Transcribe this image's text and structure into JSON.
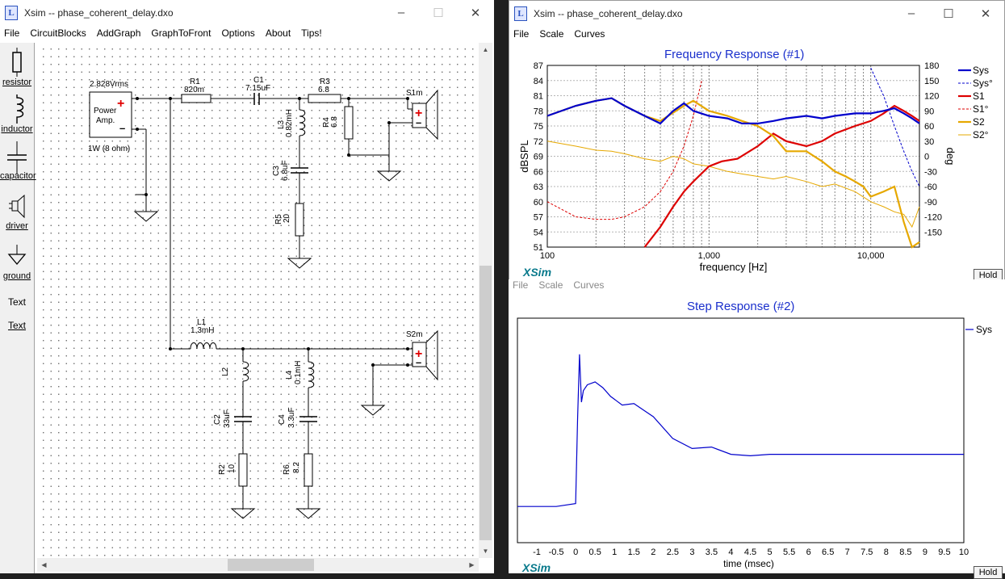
{
  "left_window": {
    "title": "Xsim -- phase_coherent_delay.dxo",
    "menu": [
      "File",
      "CircuitBlocks",
      "AddGraph",
      "GraphToFront",
      "Options",
      "About",
      "Tips!"
    ],
    "tools": [
      {
        "label": "resistor",
        "icon": "resistor-icon"
      },
      {
        "label": "inductor",
        "icon": "inductor-icon"
      },
      {
        "label": "capacitor",
        "icon": "capacitor-icon"
      },
      {
        "label": "driver",
        "icon": "driver-icon"
      },
      {
        "label": "ground",
        "icon": "ground-icon"
      },
      {
        "label": "Text",
        "icon": "text-tool"
      },
      {
        "label": "Text",
        "icon": "text-tool-underlined"
      }
    ],
    "schematic": {
      "amp": {
        "voltage": "2.828Vrms",
        "name_line1": "Power",
        "name_line2": "Amp.",
        "load": "1W (8 ohm)"
      },
      "R1": {
        "name": "R1",
        "value": "820m"
      },
      "C1": {
        "name": "C1",
        "value": "7.15uF"
      },
      "R3": {
        "name": "R3",
        "value": "6.8"
      },
      "L3": {
        "name": "L3",
        "value": "0.82mH"
      },
      "R4": {
        "name": "R4",
        "value": "6.8"
      },
      "C3": {
        "name": "C3",
        "value": "6.8uF"
      },
      "R5": {
        "name": "R5",
        "value": "20"
      },
      "S1": {
        "name": "S1m"
      },
      "L1": {
        "name": "L1",
        "value": "1.3mH"
      },
      "S2": {
        "name": "S2m"
      },
      "L2": {
        "name": "L2"
      },
      "L4": {
        "name": "L4",
        "value": "0.1mH"
      },
      "C2": {
        "name": "C2",
        "value": "33uF"
      },
      "C4": {
        "name": "C4",
        "value": "3.3uF"
      },
      "R2": {
        "name": "R2",
        "value": "10"
      },
      "R6": {
        "name": "R6",
        "value": "8.2"
      }
    }
  },
  "freq_window": {
    "title": "Xsim -- phase_coherent_delay.dxo",
    "menu": [
      "File",
      "Scale",
      "Curves"
    ],
    "graph_title": "Frequency Response (#1)",
    "logo": "XSim",
    "hold": "Hold",
    "colors": {
      "sys": "#0000cc",
      "s1": "#dd0000",
      "s2": "#e6a800",
      "title": "#1a2fcc"
    }
  },
  "step_window": {
    "menu": [
      "File",
      "Scale",
      "Curves"
    ],
    "graph_title": "Step Response (#2)",
    "logo": "XSim",
    "hold": "Hold"
  },
  "chart_data": [
    {
      "type": "line",
      "title": "Frequency Response (#1)",
      "xlabel": "frequency [Hz]",
      "ylabel": "dBSPL",
      "y2label": "deg",
      "xscale": "log",
      "xlim": [
        100,
        20000
      ],
      "ylim": [
        51,
        87
      ],
      "y2lim": [
        -180,
        180
      ],
      "x_tick_labels": [
        "100",
        "1,000",
        "10,000"
      ],
      "y_tick_labels": [
        "87",
        "84",
        "81",
        "78",
        "75",
        "72",
        "69",
        "66",
        "63",
        "60",
        "57",
        "54",
        "51"
      ],
      "y2_tick_labels": [
        "180",
        "150",
        "120",
        "90",
        "60",
        "30",
        "0",
        "-30",
        "-60",
        "-90",
        "-120",
        "-150"
      ],
      "legend_position": "right",
      "series": [
        {
          "name": "Sys",
          "style": "solid",
          "axis": "left",
          "x": [
            100,
            150,
            200,
            250,
            300,
            400,
            500,
            600,
            700,
            800,
            1000,
            1300,
            1600,
            2000,
            2500,
            3000,
            4000,
            5000,
            6000,
            8000,
            10000,
            12000,
            14000,
            16000,
            18000,
            20000
          ],
          "y": [
            77,
            79,
            80,
            80.5,
            79,
            77,
            75.5,
            78,
            79.5,
            78,
            77,
            76.5,
            75.5,
            75.5,
            76,
            76.5,
            77,
            76.5,
            77,
            77.5,
            77.5,
            78,
            78.5,
            77.5,
            76.5,
            75.5
          ]
        },
        {
          "name": "Sys°",
          "style": "dashed",
          "axis": "right",
          "x": [
            10000,
            12000,
            14000,
            16000,
            18000,
            20000
          ],
          "y": [
            175,
            120,
            60,
            10,
            -30,
            -60
          ]
        },
        {
          "name": "S1",
          "style": "solid",
          "axis": "left",
          "x": [
            400,
            500,
            600,
            700,
            800,
            1000,
            1200,
            1500,
            2000,
            2500,
            3000,
            4000,
            5000,
            6000,
            8000,
            10000,
            12000,
            14000,
            16000,
            18000,
            20000
          ],
          "y": [
            51,
            55,
            59,
            62,
            64,
            67,
            68,
            68.5,
            71,
            73.5,
            72,
            71,
            72,
            73.5,
            75,
            76,
            77.5,
            79,
            78,
            77,
            76
          ]
        },
        {
          "name": "S1°",
          "style": "dashed",
          "axis": "right",
          "x": [
            100,
            150,
            200,
            250,
            300,
            400,
            500,
            600,
            700,
            800,
            900
          ],
          "y": [
            -90,
            -120,
            -125,
            -125,
            -120,
            -100,
            -70,
            -30,
            20,
            80,
            150
          ]
        },
        {
          "name": "S2",
          "style": "solid",
          "axis": "left",
          "x": [
            100,
            150,
            200,
            250,
            300,
            400,
            500,
            700,
            800,
            1000,
            1300,
            1600,
            2000,
            2500,
            3000,
            4000,
            5000,
            6000,
            7000,
            8000,
            9000,
            10000,
            12000,
            14000,
            16000,
            18000,
            20000
          ],
          "y": [
            77,
            79,
            80,
            80.5,
            79,
            77,
            76,
            79,
            80,
            78,
            77,
            76,
            75,
            73,
            70,
            70,
            68,
            66,
            65,
            64,
            63,
            61,
            62,
            63,
            56,
            51,
            52
          ]
        },
        {
          "name": "S2°",
          "style": "thin",
          "axis": "right",
          "x": [
            100,
            150,
            200,
            250,
            300,
            400,
            500,
            600,
            700,
            800,
            1000,
            1300,
            1600,
            2000,
            2500,
            3000,
            4000,
            5000,
            6000,
            8000,
            10000,
            12000,
            14000,
            16000,
            18000,
            20000
          ],
          "y": [
            30,
            20,
            12,
            10,
            5,
            -5,
            -10,
            0,
            -5,
            -15,
            -20,
            -30,
            -35,
            -40,
            -45,
            -40,
            -50,
            -60,
            -55,
            -70,
            -90,
            -100,
            -110,
            -115,
            -140,
            -100
          ]
        }
      ]
    },
    {
      "type": "line",
      "title": "Step Response (#2)",
      "xlabel": "time (msec)",
      "xlim": [
        -1.5,
        10
      ],
      "ylim": [
        -0.25,
        1.3
      ],
      "x_tick_labels": [
        "-1",
        "-0.5",
        "0",
        "0.5",
        "1",
        "1.5",
        "2",
        "2.5",
        "3",
        "3.5",
        "4",
        "4.5",
        "5",
        "5.5",
        "6",
        "6.5",
        "7",
        "7.5",
        "8",
        "8.5",
        "9",
        "9.5",
        "10"
      ],
      "legend_position": "right",
      "series": [
        {
          "name": "Sys",
          "x": [
            -1.5,
            -0.5,
            0,
            0.05,
            0.1,
            0.15,
            0.2,
            0.3,
            0.5,
            0.7,
            0.9,
            1.2,
            1.5,
            2,
            2.5,
            3,
            3.5,
            4,
            4.5,
            5,
            6,
            8,
            10
          ],
          "y": [
            0,
            0,
            0.02,
            0.6,
            1.05,
            0.72,
            0.8,
            0.84,
            0.86,
            0.82,
            0.76,
            0.7,
            0.71,
            0.62,
            0.47,
            0.4,
            0.41,
            0.36,
            0.35,
            0.36,
            0.36,
            0.36,
            0.36
          ]
        }
      ]
    }
  ]
}
